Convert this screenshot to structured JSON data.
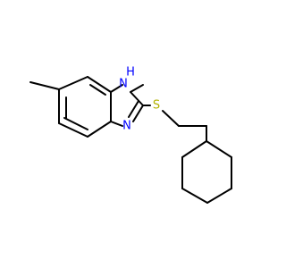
{
  "colors": {
    "background": "#ffffff",
    "bond": "#000000",
    "nitrogen": "#0000ff",
    "sulfur": "#b2b200"
  },
  "atoms": {
    "nh_label": "H\nN",
    "nh_h": "H",
    "nh_n": "N",
    "n_label": "N",
    "s_label": "S"
  }
}
